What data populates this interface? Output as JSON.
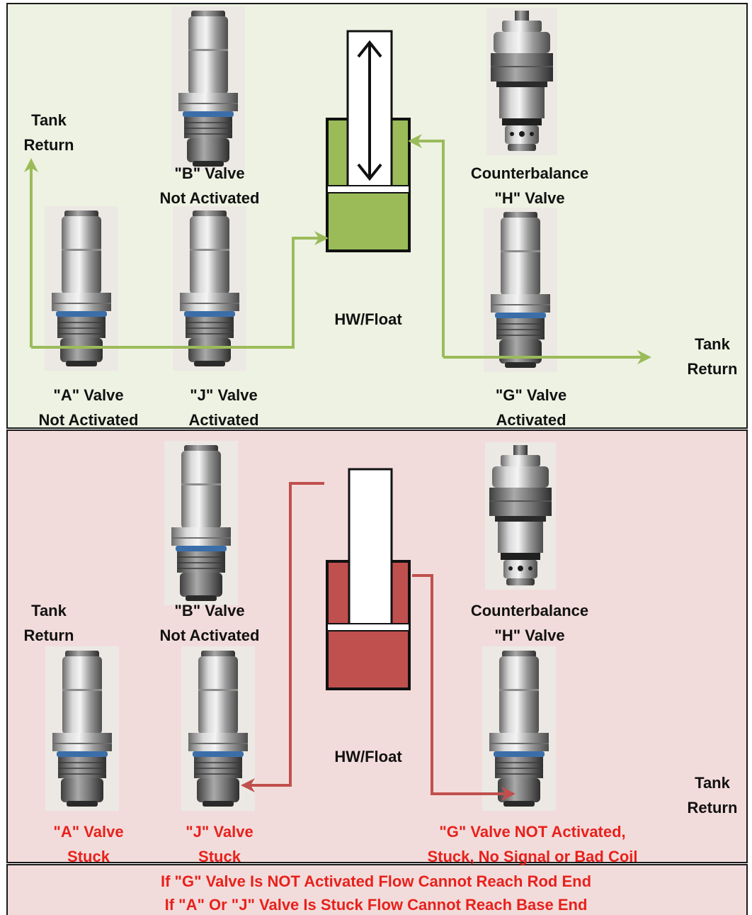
{
  "top": {
    "tank_return_left": [
      "Tank",
      "Return"
    ],
    "b_valve": [
      "\"B\" Valve",
      "Not Activated"
    ],
    "counterbalance": [
      "Counterbalance",
      "\"H\" Valve"
    ],
    "cylinder_label": "HW/Float",
    "tank_return_right": [
      "Tank",
      "Return"
    ],
    "a_valve": [
      "\"A\" Valve",
      "Not Activated"
    ],
    "j_valve": [
      "\"J\" Valve",
      "Activated"
    ],
    "g_valve": [
      "\"G\" Valve",
      "Activated"
    ]
  },
  "bottom": {
    "tank_return_left": [
      "Tank",
      "Return"
    ],
    "b_valve": [
      "\"B\" Valve",
      "Not Activated"
    ],
    "counterbalance": [
      "Counterbalance",
      "\"H\" Valve"
    ],
    "cylinder_label": "HW/Float",
    "tank_return_right": [
      "Tank",
      "Return"
    ],
    "a_valve": [
      "\"A\" Valve",
      "Stuck"
    ],
    "j_valve": [
      "\"J\" Valve",
      "Stuck"
    ],
    "g_valve": [
      "\"G\" Valve NOT Activated,",
      "Stuck, No Signal or Bad Coil"
    ]
  },
  "footer": {
    "line1": "If \"G\" Valve Is NOT Activated Flow Cannot Reach Rod End",
    "line2": "If \"A\" Or \"J\" Valve Is Stuck Flow Cannot Reach Base End"
  },
  "colors": {
    "top_bg": "#edf2e2",
    "bottom_bg": "#f2dcdb",
    "green_flow": "#9bbb59",
    "red_flow": "#c0504d",
    "alert_text": "#e8211c"
  }
}
